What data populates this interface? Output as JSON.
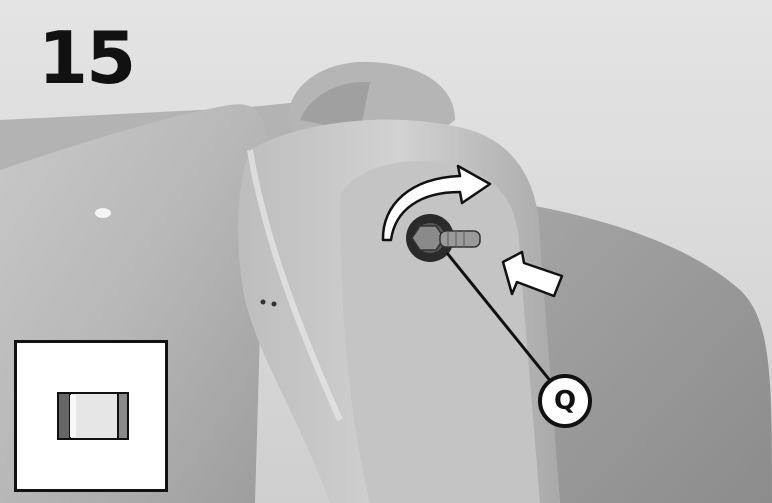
{
  "step": {
    "number": "15"
  },
  "callout": {
    "label": "Q"
  },
  "inset": {
    "part": "nut",
    "icon": "hex-nut-icon"
  },
  "arrows": {
    "rotate": "curved-arrow-icon",
    "push": "straight-arrow-icon"
  },
  "colors": {
    "background": "#d9d9d9",
    "ink": "#111111",
    "arrow_fill": "#ffffff"
  }
}
